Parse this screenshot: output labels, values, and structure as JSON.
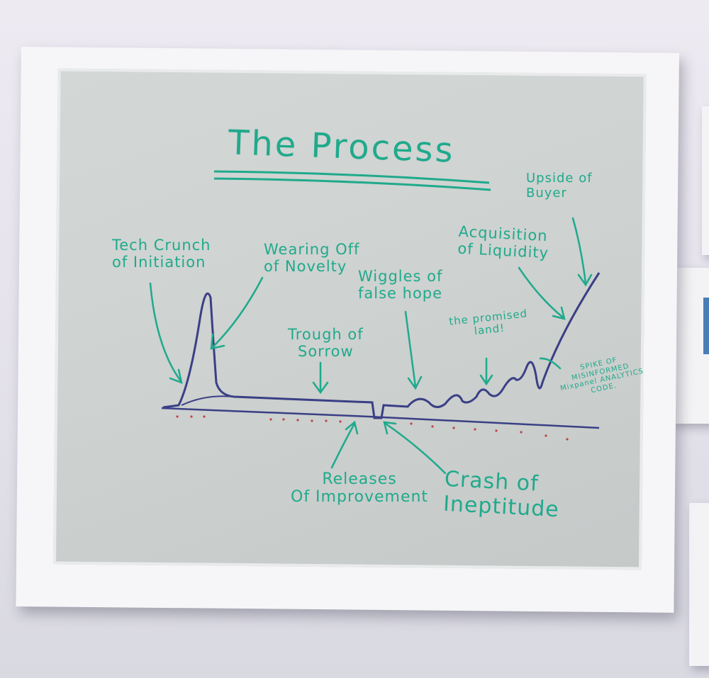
{
  "board": {
    "title": "The Process",
    "labels": {
      "tech_crunch": "Tech Crunch\nof Initiation",
      "wearing_off": "Wearing Off\nof Novelty",
      "wiggles": "Wiggles of\nfalse hope",
      "acquisition": "Acquisition\nof Liquidity",
      "upside": "Upside of\nBuyer",
      "trough": "Trough of\nSorrow",
      "promised_land": "the promised\nland!",
      "spike": "SPIKE OF\nMISINFORMED\nMixpanel ANALYTICS\nCODE.",
      "releases": "Releases\nOf Improvement",
      "crash": "Crash of\nIneptitude"
    },
    "colors": {
      "marker": "#1faa8c",
      "curve": "#3a3f86",
      "dots": "#c2414a",
      "wall": "#e8e6ee",
      "frame": "#f6f6f8"
    }
  }
}
